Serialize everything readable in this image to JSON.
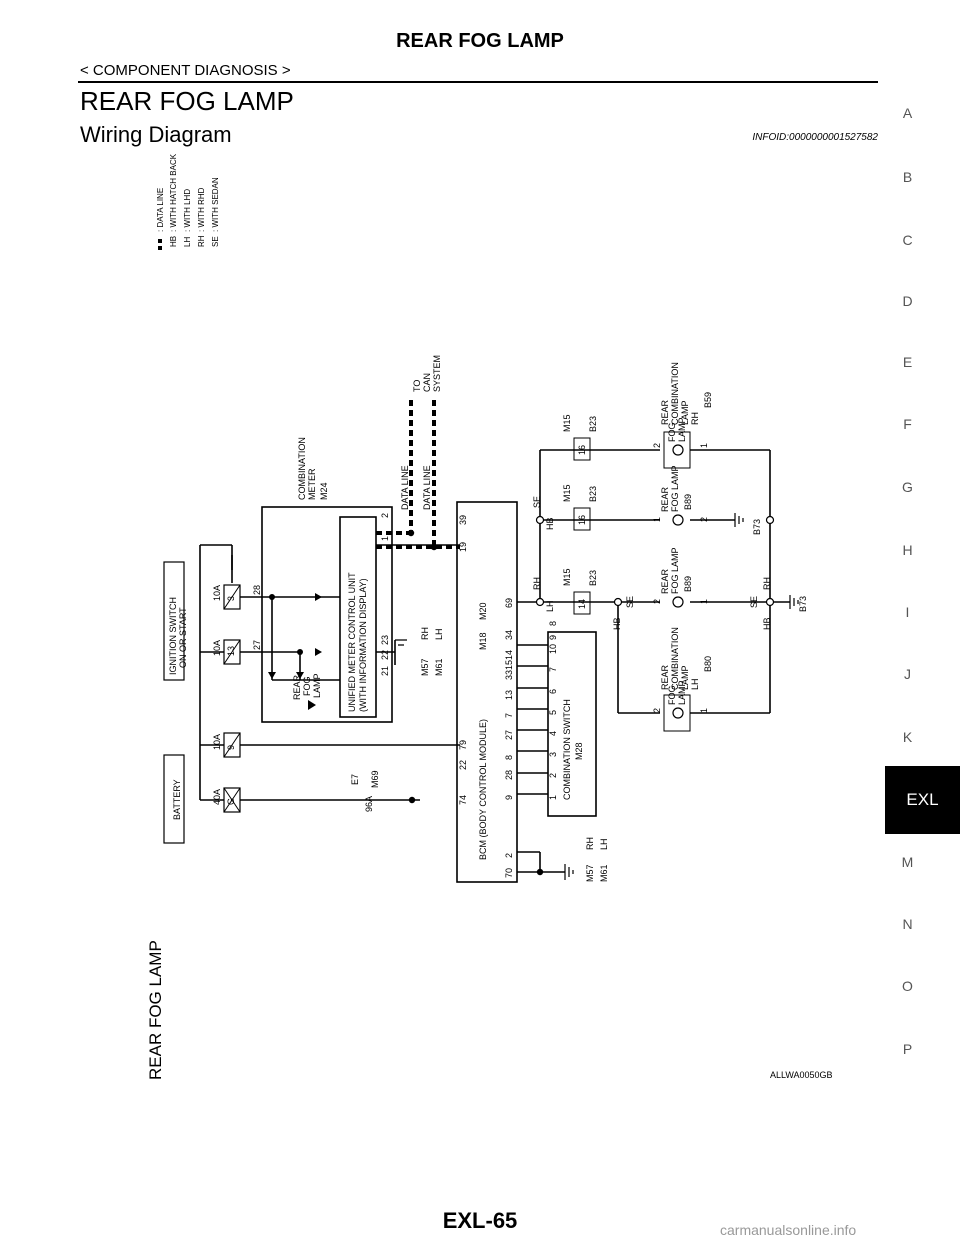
{
  "header": {
    "title": "REAR FOG LAMP",
    "subtitle": "< COMPONENT DIAGNOSIS >"
  },
  "section": {
    "title": "REAR FOG LAMP",
    "subtitle": "Wiring Diagram",
    "info_id": "INFOID:0000000001527582"
  },
  "side_nav": {
    "letters": [
      "A",
      "B",
      "C",
      "D",
      "E",
      "F",
      "G",
      "H",
      "I",
      "J",
      "K",
      "EXL",
      "M",
      "N",
      "O",
      "P"
    ],
    "active": "EXL"
  },
  "legend": {
    "items": [
      {
        "tag": "",
        "text": ": DATA LINE"
      },
      {
        "tag": "HB",
        "text": ": WITH HATCH BACK"
      },
      {
        "tag": "LH",
        "text": ": WITH LHD"
      },
      {
        "tag": "RH",
        "text": ": WITH RHD"
      },
      {
        "tag": "SE",
        "text": ": WITH SEDAN"
      }
    ]
  },
  "diagram": {
    "battery": "BATTERY",
    "ignition": [
      "IGNITION SWITCH",
      "ON OR START"
    ],
    "fuses": [
      {
        "amp": "40A",
        "id": "G"
      },
      {
        "amp": "10A",
        "id": "9"
      },
      {
        "amp": "10A",
        "id": "13"
      },
      {
        "amp": "10A",
        "id": "3"
      }
    ],
    "combination_meter": [
      "COMBINATION",
      "METER",
      "M24"
    ],
    "meter_unit": [
      "UNIFIED METER CONTROL UNIT",
      "(WITH INFORMATION DISPLAY)"
    ],
    "meter_lamp": [
      "REAR",
      "FOG",
      "LAMP"
    ],
    "meter_pins": [
      "27",
      "28",
      "21",
      "22",
      "23",
      "1",
      "2"
    ],
    "to_can": [
      "TO",
      "CAN",
      "SYSTEM"
    ],
    "data_line": "DATA LINE",
    "bcm": "BCM (BODY CONTROL MODULE)",
    "bcm_conn": [
      "M18",
      "M20"
    ],
    "bcm_pins_top": [
      "74",
      "79",
      "22",
      "19",
      "39",
      "69"
    ],
    "bcm_pins_bottom": [
      "70",
      "2",
      "9",
      "28",
      "8",
      "27",
      "7",
      "13",
      "33",
      "14",
      "34",
      "15"
    ],
    "comb_switch": [
      "COMBINATION SWITCH",
      "M28"
    ],
    "comb_switch_pins": [
      "1",
      "2",
      "3",
      "4",
      "5",
      "6",
      "7",
      "10",
      "9",
      "8"
    ],
    "e7": [
      "E7",
      "96A",
      "M69"
    ],
    "grounds": [
      "M57",
      "M61"
    ],
    "gnd_tags": [
      "RH",
      "LH"
    ],
    "joint_tags": [
      "SE",
      "HB",
      "RH",
      "LH",
      "SE",
      "HB",
      "SE",
      "RH",
      "HB"
    ],
    "connectors": [
      {
        "a": "M15",
        "b": "B23",
        "pin": "16"
      },
      {
        "a": "M15",
        "b": "B23",
        "pin": "16"
      },
      {
        "a": "M15",
        "b": "B23",
        "pin": "14"
      }
    ],
    "lamps": [
      {
        "lines": [
          "REAR",
          "COMBINATION",
          "LAMP",
          "RH"
        ],
        "inner": [
          "FOG",
          "LAMP"
        ],
        "conn": "B59",
        "pin_in": "2",
        "pin_out": "1"
      },
      {
        "lines": [
          "REAR",
          "FOG LAMP"
        ],
        "inner": [],
        "conn": "B89",
        "pin_in": "1",
        "pin_out": "2"
      },
      {
        "lines": [
          "REAR",
          "FOG LAMP"
        ],
        "inner": [],
        "conn": "B89",
        "pin_in": "2",
        "pin_out": "1"
      },
      {
        "lines": [
          "REAR",
          "COMBINATION",
          "LAMP",
          "LH"
        ],
        "inner": [
          "FOG",
          "LAMP"
        ],
        "conn": "B80",
        "pin_in": "2",
        "pin_out": "1"
      }
    ],
    "lamp_grounds": [
      "B73",
      "B73"
    ],
    "side_label": "REAR FOG LAMP",
    "figure_id": "ALLWA0050GB"
  },
  "footer": {
    "page": "EXL-65",
    "watermark": "carmanualsonline.info"
  }
}
